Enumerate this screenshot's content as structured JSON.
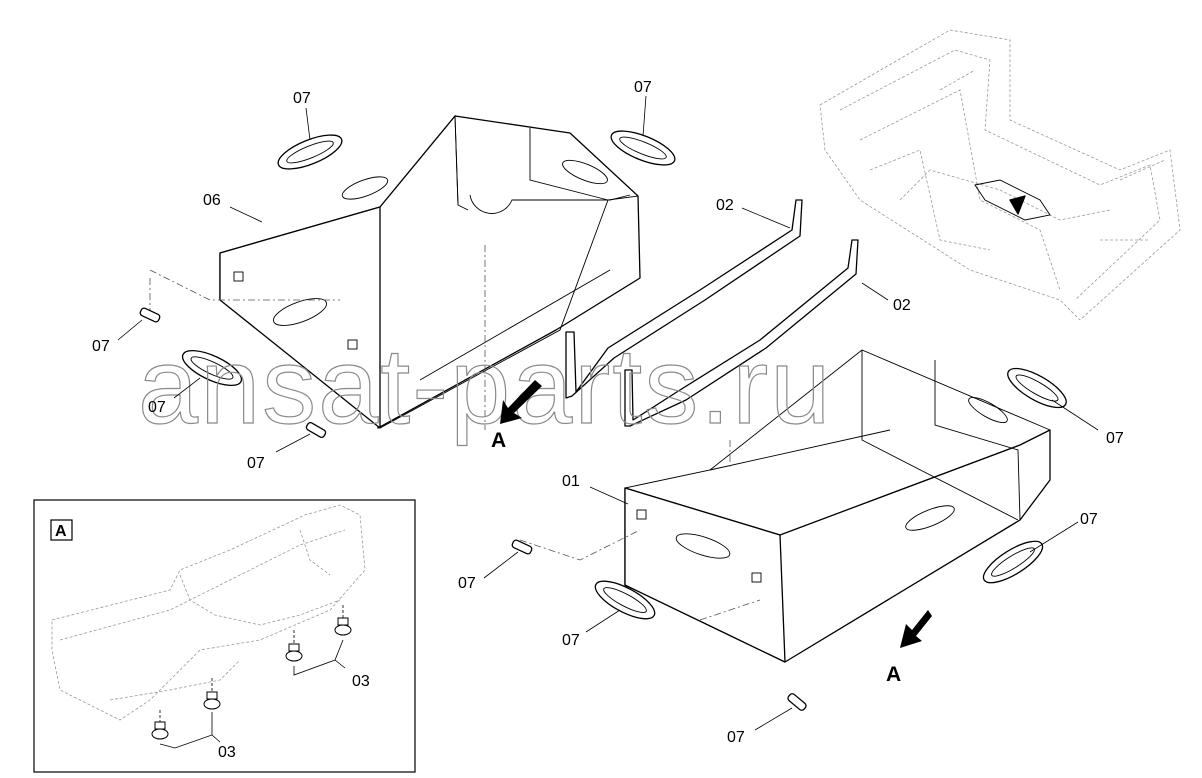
{
  "callouts": {
    "p07_a": "07",
    "p07_b": "07",
    "p06": "06",
    "p02_a": "02",
    "p02_b": "02",
    "p07_c": "07",
    "p07_d": "07",
    "p07_e": "07",
    "p07_f": "07",
    "p01": "01",
    "p07_g": "07",
    "p07_h": "07",
    "p07_i": "07",
    "p07_j": "07",
    "p03_a": "03",
    "p03_b": "03"
  },
  "view_arrows": {
    "left": "A",
    "right": "A"
  },
  "detail": {
    "tag": "A"
  },
  "watermark": "ansat-parts.ru"
}
